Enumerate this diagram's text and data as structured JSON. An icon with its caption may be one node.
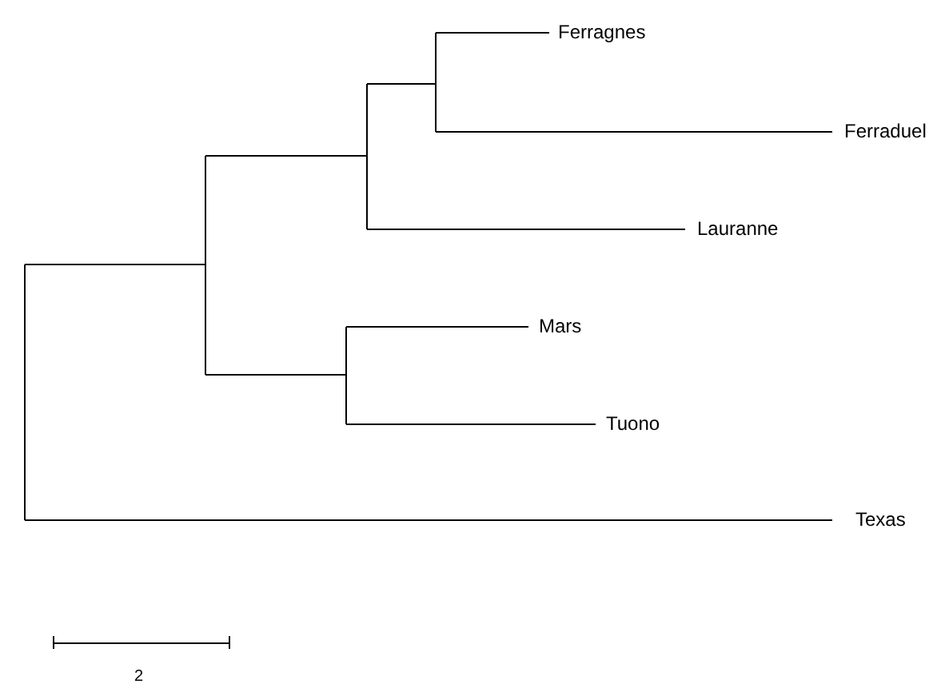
{
  "diagram": {
    "labels": [
      "Ferragnes",
      "Ferraduel",
      "Lauranne",
      "Mars",
      "Tuono",
      "Texas",
      "2"
    ]
  }
}
